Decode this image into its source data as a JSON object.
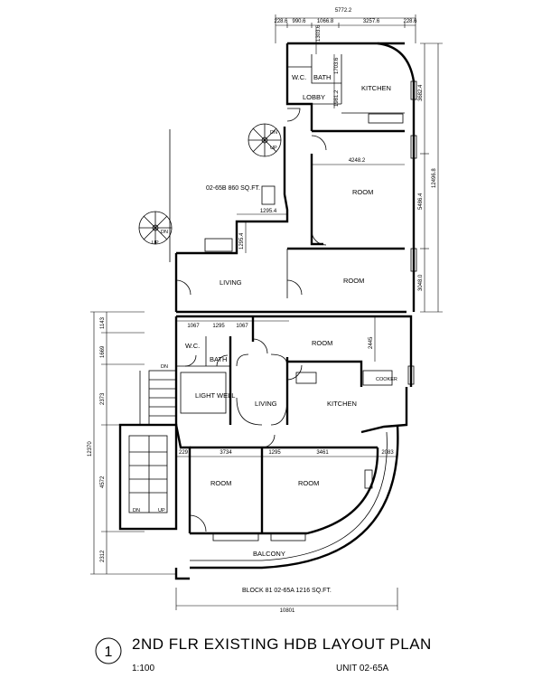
{
  "title": {
    "number": "1",
    "main": "2ND FLR EXISTING HDB LAYOUT PLAN",
    "scale": "1:100",
    "unit": "UNIT 02-65A"
  },
  "notes": {
    "neighbour": "02-65B 860 SQ.FT.",
    "block": "BLOCK 81 02-65A 1216 SQ.FT."
  },
  "rooms": {
    "wc_top": "W.C.",
    "bath_top": "BATH",
    "lobby": "LOBBY",
    "kitchen_top": "KITCHEN",
    "room_upper": "ROOM",
    "living_upper": "LIVING",
    "room_mid": "ROOM",
    "room_center": "ROOM",
    "wc_mid": "W.C.",
    "bath_mid": "BATH",
    "light_well": "LIGHT WELL",
    "living_mid": "LIVING",
    "kitchen_mid": "KITCHEN",
    "cooker": "COOKER",
    "room_bl": "ROOM",
    "room_br": "ROOM",
    "balcony": "BALCONY"
  },
  "stair": {
    "dn": "DN",
    "up": "UP"
  },
  "dims": {
    "top_total": "5772.2",
    "top_a": "228.6",
    "top_b": "990.6",
    "top_c": "1066.8",
    "top_d": "3257.6",
    "top_e": "228.6",
    "wc_h": "1303.6",
    "bath_h": "1703.6",
    "lobby_h": "1981.2",
    "right_a": "3682.4",
    "right_b": "5486.4",
    "right_total": "12496.8",
    "right_c": "3048.0",
    "room_w": "4248.2",
    "step_w": "1295.4",
    "step_h": "1295.4",
    "mid_a": "1067",
    "mid_b": "1295",
    "mid_c": "1067",
    "mid_d": "2445",
    "left_a": "1143",
    "left_b": "1669",
    "left_c": "2373",
    "left_d": "4572",
    "left_e": "2312",
    "left_total": "12370",
    "row_a": "229",
    "row_b": "3734",
    "row_c": "1295",
    "row_d": "3461",
    "row_e": "2083",
    "bottom_total": "10801"
  }
}
